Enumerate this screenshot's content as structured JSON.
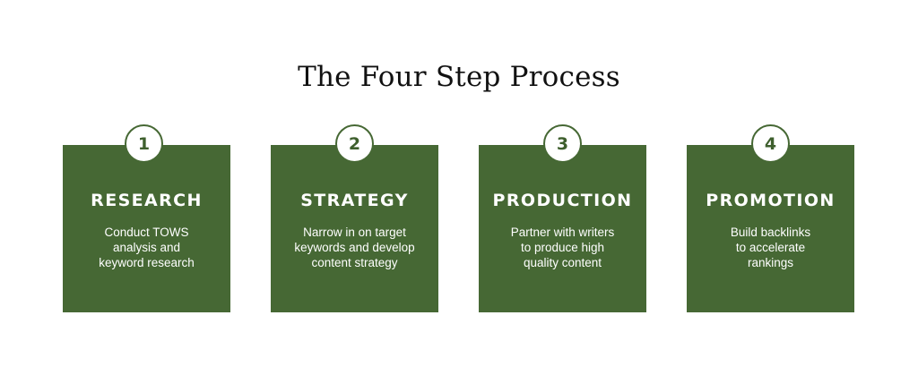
{
  "title": "The Four Step Process",
  "colors": {
    "card": "#466834",
    "badge_text": "#3e5f2d",
    "title_text": "#111111"
  },
  "steps": [
    {
      "number": "1",
      "title": "RESEARCH",
      "description": "Conduct TOWS\nanalysis and\nkeyword research"
    },
    {
      "number": "2",
      "title": "STRATEGY",
      "description": "Narrow in on target\nkeywords and develop\ncontent strategy"
    },
    {
      "number": "3",
      "title": "PRODUCTION",
      "description": "Partner with writers\nto produce high\nquality content"
    },
    {
      "number": "4",
      "title": "PROMOTION",
      "description": "Build backlinks\nto accelerate\nrankings"
    }
  ]
}
